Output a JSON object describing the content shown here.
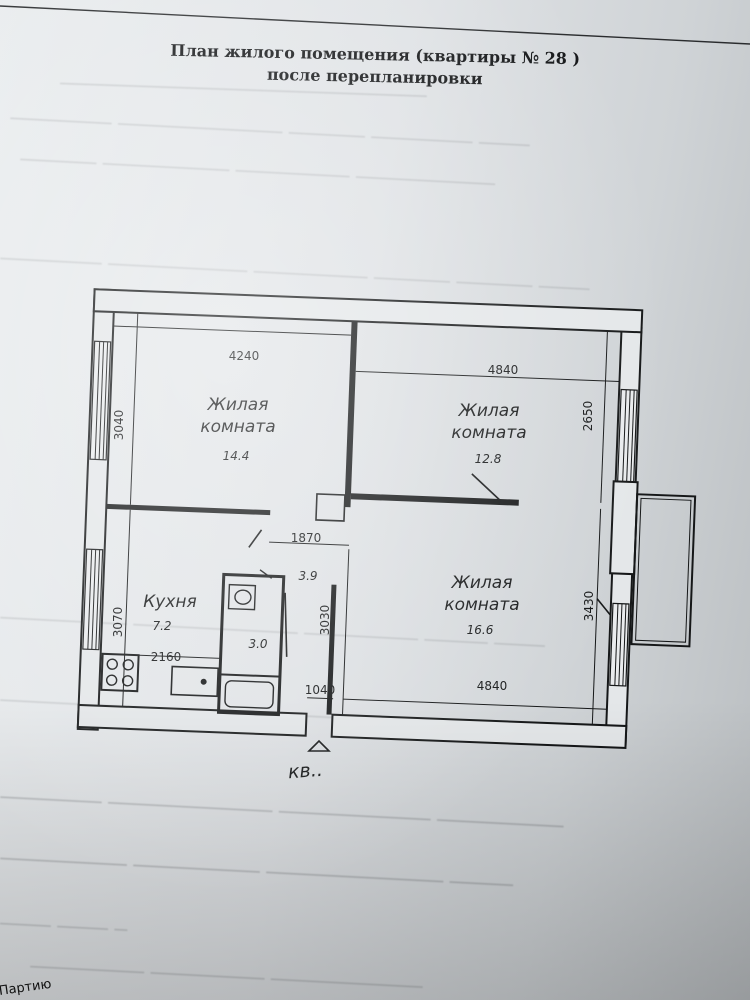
{
  "document": {
    "title_line1": "План жилого помещения (квартиры № 28 )",
    "title_line2": "после перепланировки",
    "entrance_label": "кв.."
  },
  "rooms": [
    {
      "name": "Жилая\nкомната",
      "area": "14.4"
    },
    {
      "name": "Жилая\nкомната",
      "area": "12.8"
    },
    {
      "name": "Жилая\nкомната",
      "area": "16.6"
    },
    {
      "name": "Кухня",
      "area": "7.2"
    },
    {
      "name": "",
      "area": "3.9"
    },
    {
      "name": "",
      "area": "3.0"
    }
  ],
  "dimensions": {
    "top_left": "4240",
    "top_right": "4840",
    "left_upper": "3040",
    "left_lower": "3070",
    "right_upper": "2650",
    "right_lower": "3430",
    "hall_width": "1870",
    "hall_height": "3030",
    "kitchen_width": "2160",
    "bottom_door": "1040",
    "bottom_right": "4840"
  },
  "corner_text": "Партию"
}
